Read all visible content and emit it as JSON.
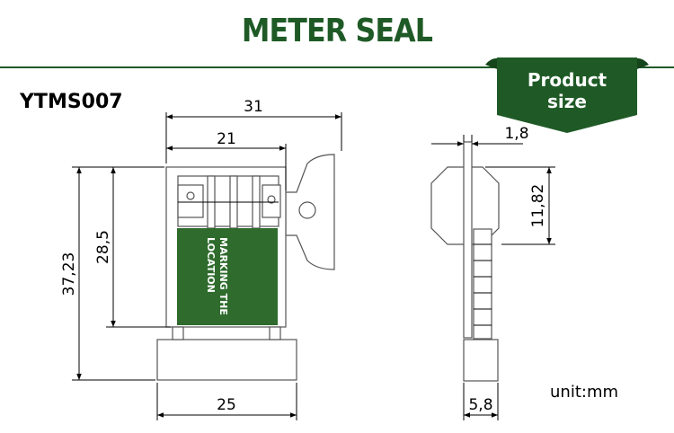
{
  "title": "METER SEAL",
  "model": "YTMS007",
  "badge": {
    "line1": "Product",
    "line2": "size"
  },
  "label": {
    "line1": "MARKING THE",
    "line2": "LOCATION"
  },
  "unit": "unit:mm",
  "dimensions": {
    "overall_width": "31",
    "inner_width": "21",
    "total_height": "37,23",
    "body_height": "28,5",
    "base_width": "25",
    "pin_width": "1,8",
    "head_height": "11,82",
    "side_base_width": "5,8"
  },
  "colors": {
    "brand_green": "#1f5a26",
    "label_green": "#2e6b2c"
  }
}
